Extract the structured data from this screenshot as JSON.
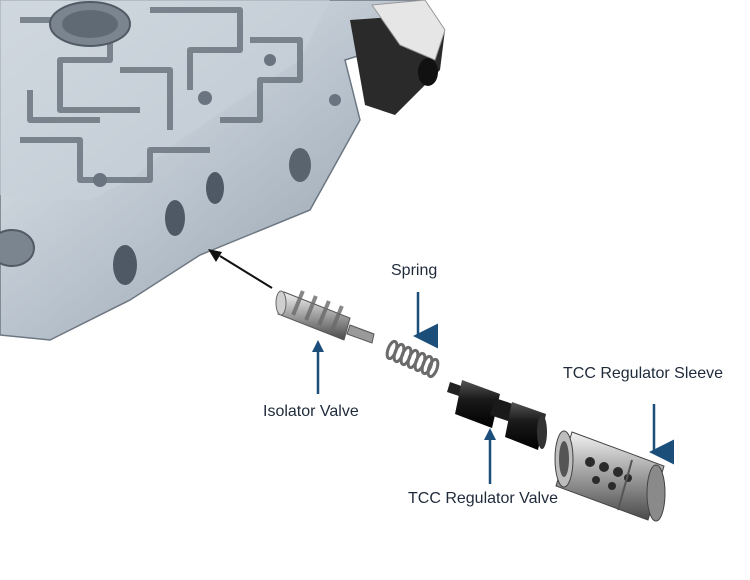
{
  "labels": {
    "spring": "Spring",
    "isolator_valve": "Isolator Valve",
    "tcc_regulator_valve": "TCC Regulator Valve",
    "tcc_regulator_sleeve": "TCC Regulator Sleeve"
  },
  "colors": {
    "callout_arrow": "#1b4f7a",
    "direction_arrow": "#111111",
    "label_text": "#1f2a3a"
  }
}
